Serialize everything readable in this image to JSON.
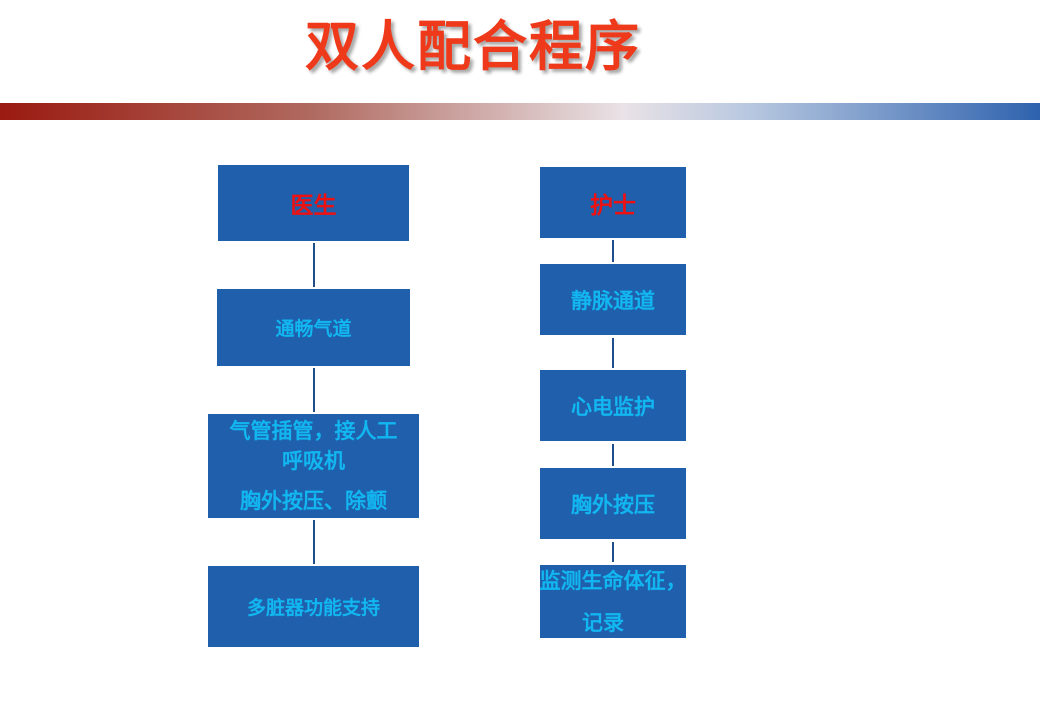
{
  "title": "双人配合程序",
  "doctor": {
    "header": "医生",
    "steps": [
      {
        "lines": [
          "通畅气道"
        ]
      },
      {
        "lines": [
          "气管插管，接人工",
          "呼吸机",
          "胸外按压、除颤"
        ]
      },
      {
        "lines": [
          "多脏器功能支持"
        ]
      }
    ]
  },
  "nurse": {
    "header": "护士",
    "steps": [
      {
        "lines": [
          "静脉通道"
        ]
      },
      {
        "lines": [
          "心电监护"
        ]
      },
      {
        "lines": [
          "胸外按压"
        ]
      },
      {
        "lines": [
          "监测生命体征，",
          "记录"
        ]
      }
    ]
  },
  "colors": {
    "box_fill": "#1f5fab",
    "header_text": "#ee1111",
    "step_text": "#12b6f0",
    "title": "#ee3a1a"
  }
}
